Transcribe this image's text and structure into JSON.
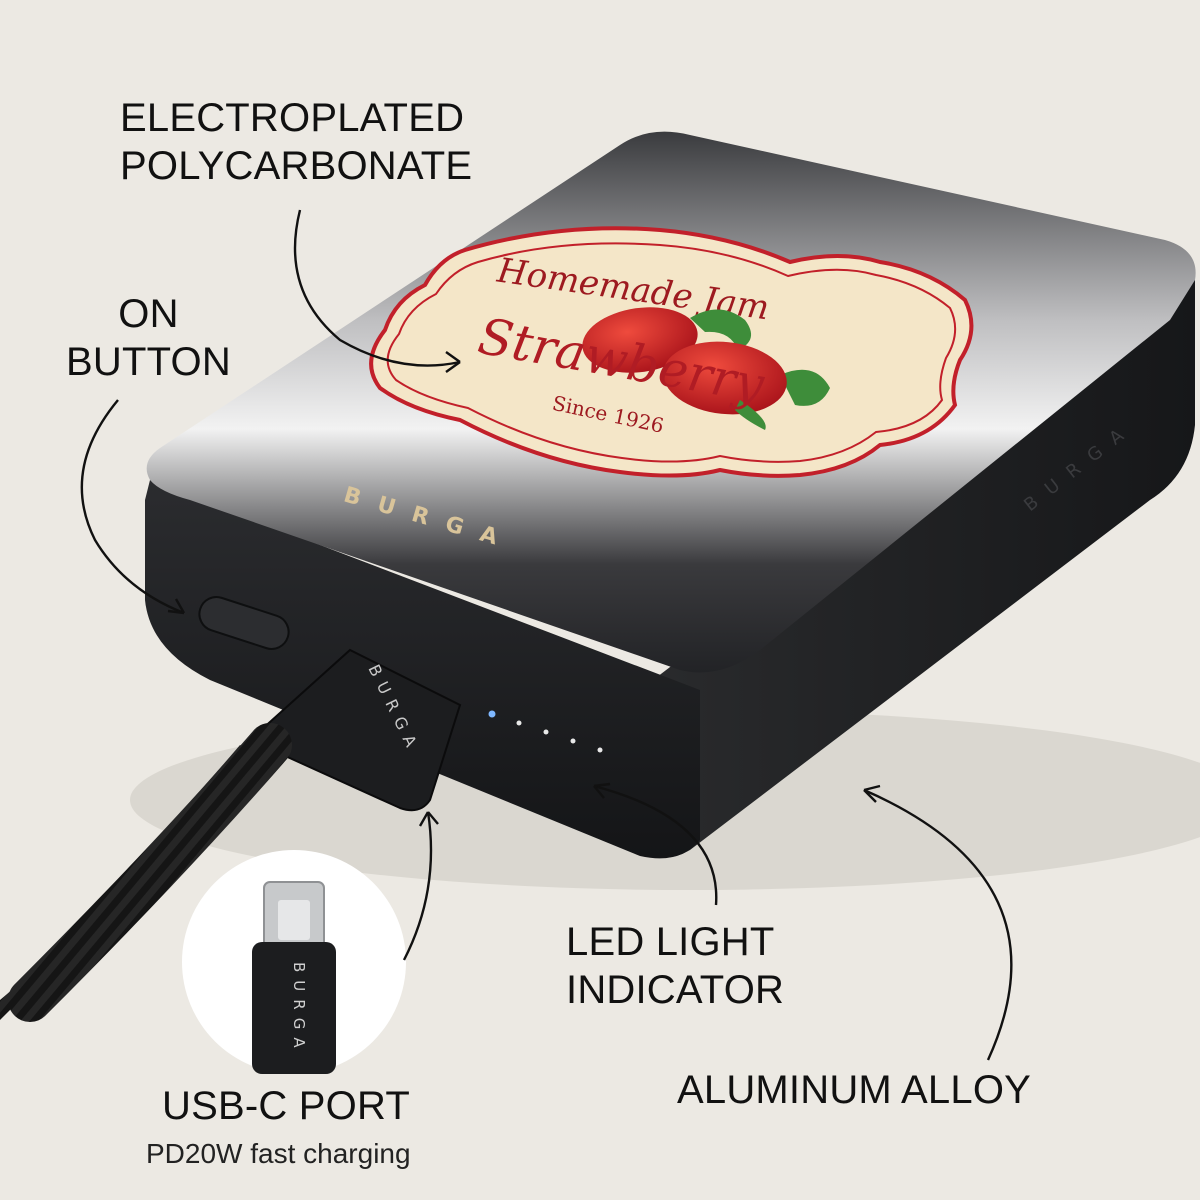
{
  "callouts": {
    "electroplated": {
      "line1": "ELECTROPLATED",
      "line2": "POLYCARBONATE"
    },
    "on_button": {
      "line1": "ON",
      "line2": "BUTTON"
    },
    "led": {
      "line1": "LED LIGHT",
      "line2": "INDICATOR"
    },
    "aluminum": {
      "label": "ALUMINUM ALLOY"
    },
    "usb": {
      "label": "USB-C PORT",
      "sub": "PD20W fast charging"
    }
  },
  "product": {
    "brand": "BURGA",
    "label_top": "Homemade Jam",
    "label_main": "Strawberry",
    "label_since": "Since 1926",
    "connector_brand": "BURGA"
  },
  "led_count": 5,
  "colors": {
    "background": "#ece9e3",
    "body": "#1c1d1f",
    "label_cream": "#f4e6c8",
    "label_red": "#c2202a",
    "gold": "#d9c49a"
  }
}
